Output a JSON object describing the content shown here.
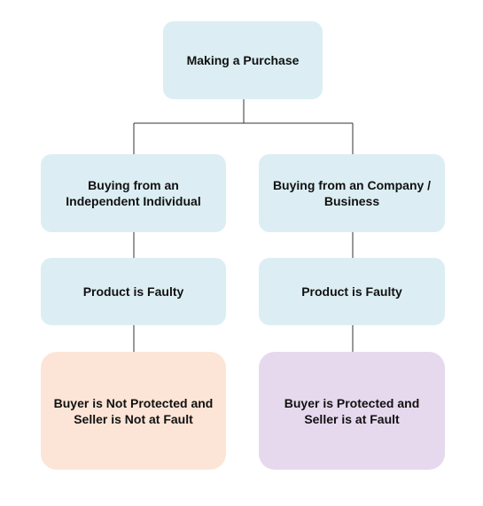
{
  "diagram": {
    "root": {
      "label": "Making a Purchase"
    },
    "branches": [
      {
        "label": "Buying from an Independent Individual",
        "condition": "Product is Faulty",
        "outcome": "Buyer is Not Protected and Seller is Not at Fault"
      },
      {
        "label": "Buying from an Company / Business",
        "condition": "Product is Faulty",
        "outcome": "Buyer is Protected and Seller is at Fault"
      }
    ]
  },
  "colors": {
    "node_fill": "#dceef3",
    "negative_outcome_fill": "#fce5d6",
    "positive_outcome_fill": "#e6d9ee",
    "connector": "#333333"
  }
}
